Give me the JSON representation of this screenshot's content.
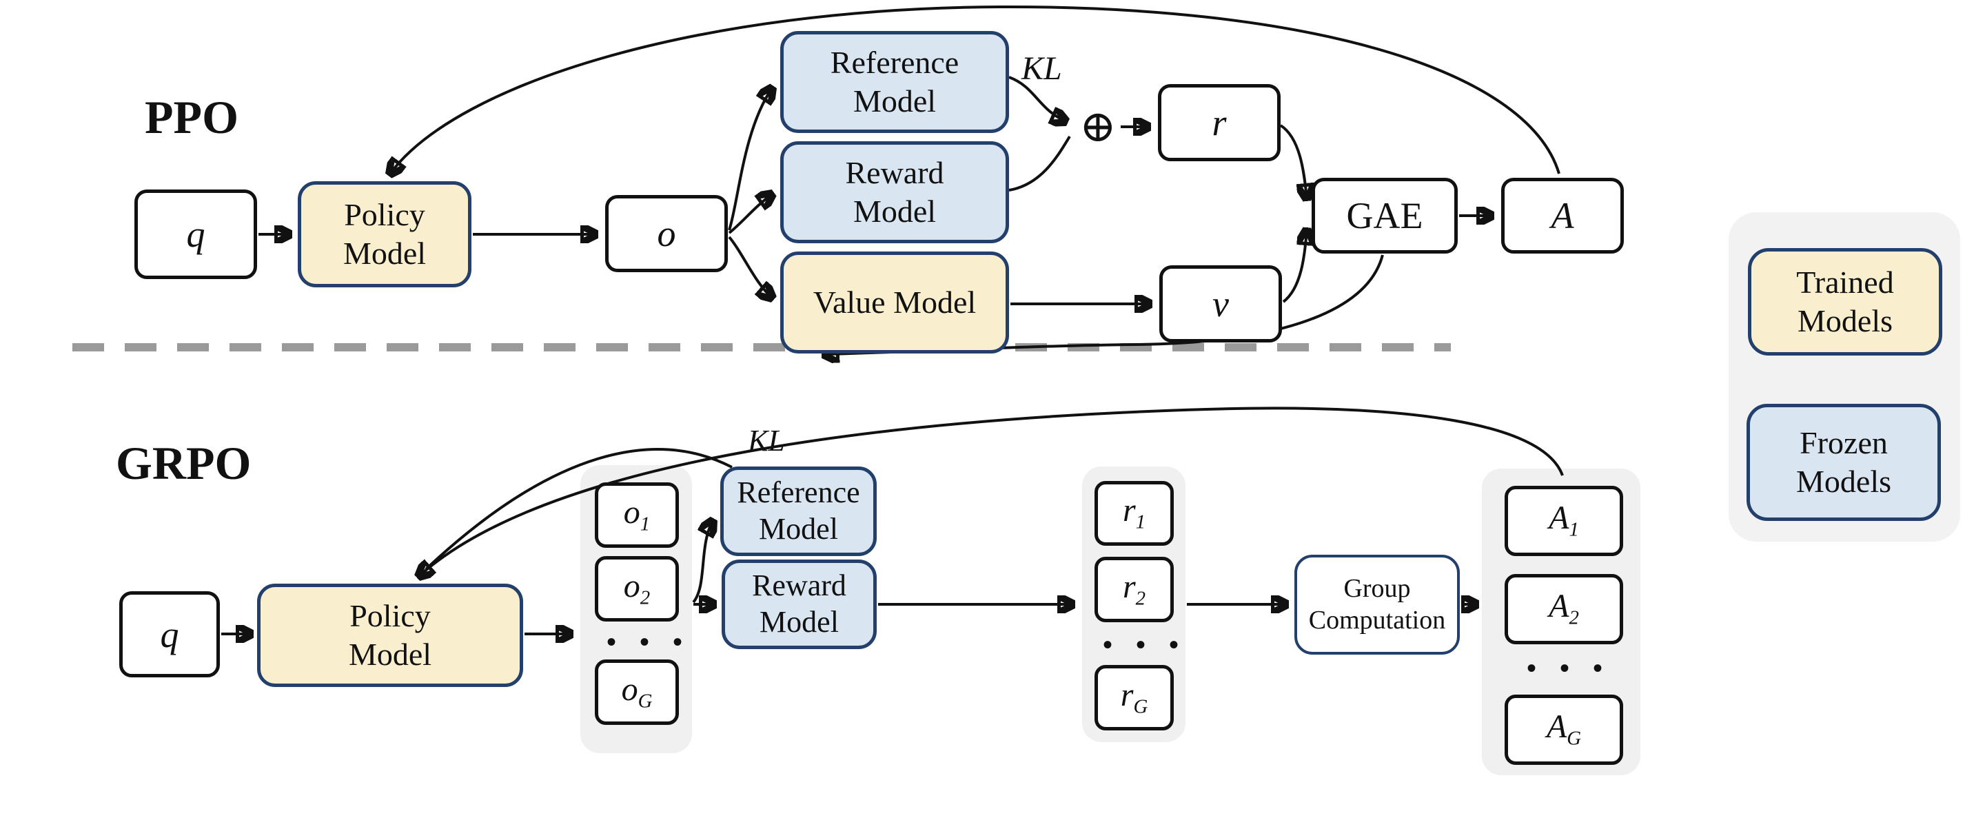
{
  "colors": {
    "navy": "#23406C",
    "ink": "#111111",
    "trained": "#F9EFCE",
    "frozen": "#D9E5F1",
    "groupbg": "#F0F0F0",
    "legendbg": "#F2F2F2",
    "divider": "#9A9A9A"
  },
  "icons": {
    "sum_node": "circled-plus"
  },
  "ppo": {
    "section_label": "PPO",
    "q": {
      "base": "q"
    },
    "policy": "Policy Model",
    "o": {
      "base": "o"
    },
    "reference": "Reference Model",
    "reward": "Reward Model",
    "value": "Value Model",
    "kl": "KL",
    "sum_symbol": "⊕",
    "r": {
      "base": "r"
    },
    "v": {
      "base": "v"
    },
    "gae": "GAE",
    "a": {
      "base": "A"
    }
  },
  "grpo": {
    "section_label": "GRPO",
    "q": {
      "base": "q"
    },
    "policy": "Policy Model",
    "kl": "KL",
    "outputs": [
      {
        "base": "o",
        "sub": "1"
      },
      {
        "base": "o",
        "sub": "2"
      },
      {
        "base": "o",
        "sub": "G"
      }
    ],
    "output_dots": "• • •",
    "reference": "Reference Model",
    "reward": "Reward Model",
    "rewards": [
      {
        "base": "r",
        "sub": "1"
      },
      {
        "base": "r",
        "sub": "2"
      },
      {
        "base": "r",
        "sub": "G"
      }
    ],
    "reward_dots": "• • •",
    "group_computation": "Group Computation",
    "advantages": [
      {
        "base": "A",
        "sub": "1"
      },
      {
        "base": "A",
        "sub": "2"
      },
      {
        "base": "A",
        "sub": "G"
      }
    ],
    "advantage_dots": "• • •"
  },
  "legend": {
    "trained": "Trained Models",
    "frozen": "Frozen Models"
  }
}
